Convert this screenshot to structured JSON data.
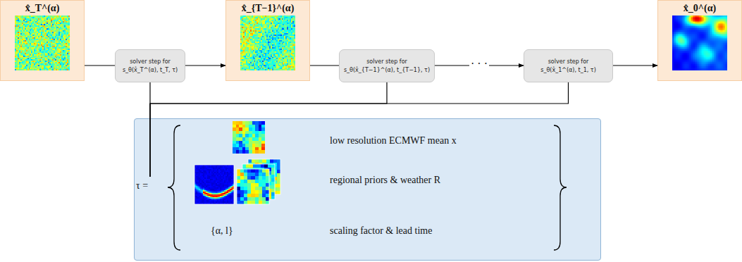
{
  "diagram": {
    "nodes": [
      {
        "text": [
          "x̂_T^(α)"
        ]
      },
      {
        "text": [
          "solver step for",
          "s_θ(x̂_T^(α), t_T, τ)"
        ]
      },
      {
        "text": [
          "x̂_{T−1}^(α)"
        ]
      },
      {
        "text": [
          "solver step for",
          "s_θ(x̂_{T−1}^(α), t_{T−1}, τ)"
        ]
      },
      {
        "text": [
          "solver step for",
          "s_θ(x̂_1^(α), t_1, τ)"
        ]
      },
      {
        "text": [
          "x̂_0^(α)"
        ]
      },
      {
        "text": [
          "τ =",
          "low resolution ECMWF mean x",
          "regional priors & weather R",
          "{α, l}",
          "scaling factor & lead time"
        ]
      }
    ],
    "edges": [
      {
        "from": 0,
        "to": 1,
        "arrow": "none"
      },
      {
        "from": 1,
        "to": 2,
        "arrow": "to"
      },
      {
        "from": 2,
        "to": 3,
        "arrow": "none"
      },
      {
        "from": 3,
        "to": 4,
        "label": "· · ·",
        "arrow": "to"
      },
      {
        "from": 4,
        "to": 5,
        "arrow": "to"
      },
      {
        "from": 6,
        "to": 1,
        "arrow": "none"
      },
      {
        "from": 6,
        "to": 3,
        "arrow": "none"
      },
      {
        "from": 6,
        "to": 4,
        "arrow": "none"
      }
    ]
  }
}
